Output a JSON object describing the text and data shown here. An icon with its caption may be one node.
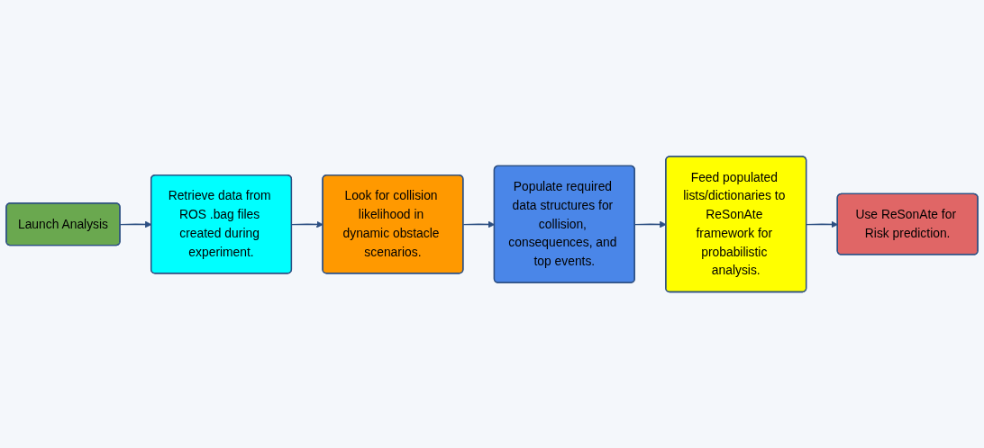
{
  "diagram": {
    "nodes": [
      {
        "text": [
          "Launch Analysis"
        ]
      },
      {
        "text": [
          "Retrieve data from ROS .bag files created during experiment."
        ]
      },
      {
        "text": [
          "Look for collision likelihood in dynamic obstacle scenarios."
        ]
      },
      {
        "text": [
          "Populate required data structures for collision, consequences, and top events."
        ]
      },
      {
        "text": [
          "Feed populated lists/dictionaries to ReSonAte framework for probabilistic analysis."
        ]
      },
      {
        "text": [
          "Use ReSonAte for Risk prediction."
        ]
      }
    ],
    "edges": [
      {
        "from": 0,
        "to": 1,
        "arrow": "to"
      },
      {
        "from": 1,
        "to": 2,
        "arrow": "to"
      },
      {
        "from": 2,
        "to": 3,
        "arrow": "to"
      },
      {
        "from": 3,
        "to": 4,
        "arrow": "to"
      },
      {
        "from": 4,
        "to": 5,
        "arrow": "to"
      }
    ]
  }
}
